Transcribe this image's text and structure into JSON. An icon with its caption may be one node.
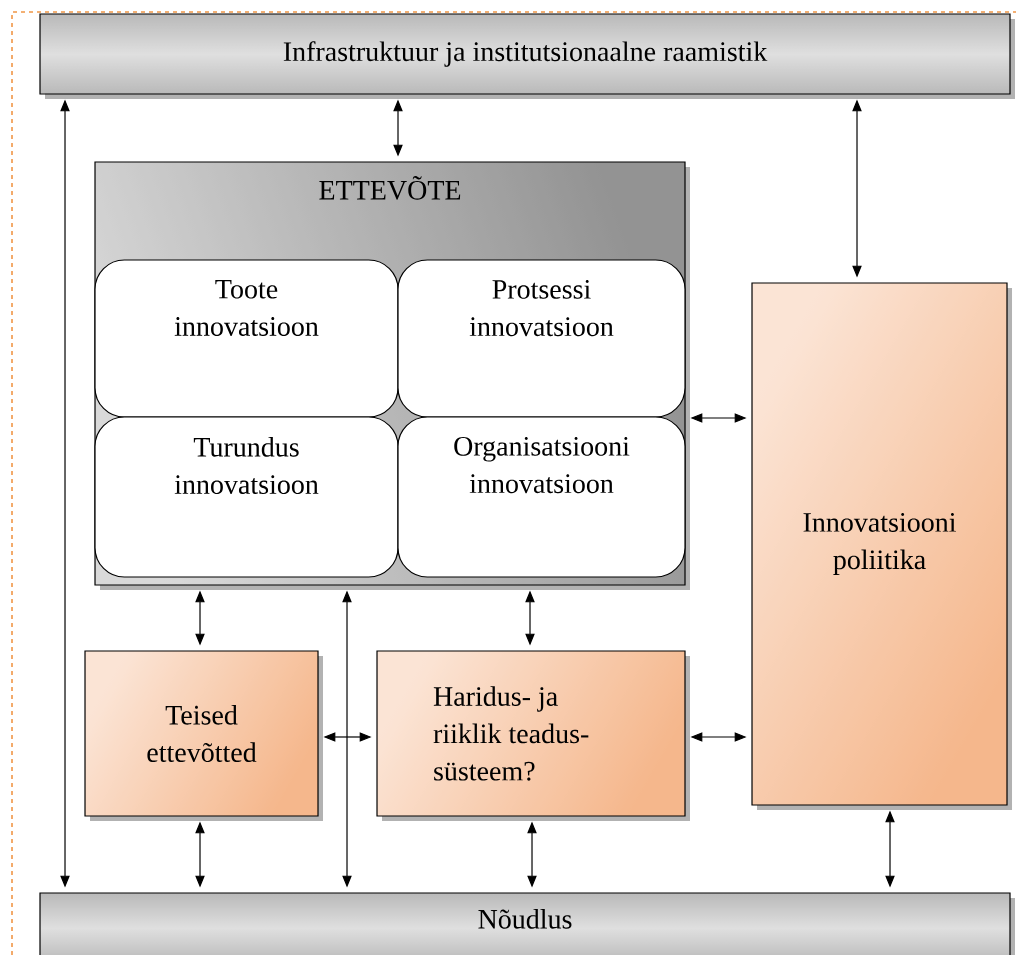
{
  "diagram": {
    "nodes": [
      {
        "text": [
          "Infrastruktuur ja institutsionaalne raamistik"
        ]
      },
      {
        "text": [
          "ETTEVÕTE"
        ]
      },
      {
        "text": [
          "Toote innovatsioon"
        ],
        "in": 1
      },
      {
        "text": [
          "Protsessi innovatsioon"
        ],
        "in": 1
      },
      {
        "text": [
          "Turundus innovatsioon"
        ],
        "in": 1
      },
      {
        "text": [
          "Organisatsiooni innovatsioon"
        ],
        "in": 1
      },
      {
        "text": [
          "Innovatsiooni poliitika"
        ]
      },
      {
        "text": [
          "Teised ettevõtted"
        ]
      },
      {
        "text": [
          "Haridus- ja riiklik teadus- süsteem?"
        ]
      },
      {
        "text": [
          "Nõudlus"
        ]
      }
    ],
    "edges": [
      {
        "from": 0,
        "to": 9,
        "arrow": "both"
      },
      {
        "from": 0,
        "to": 1,
        "arrow": "both"
      },
      {
        "from": 0,
        "to": 6,
        "arrow": "both"
      },
      {
        "from": 1,
        "to": 6,
        "arrow": "both"
      },
      {
        "from": 1,
        "to": 7,
        "arrow": "both"
      },
      {
        "from": 1,
        "to": 9,
        "arrow": "both"
      },
      {
        "from": 1,
        "to": 8,
        "arrow": "both"
      },
      {
        "from": 7,
        "to": 8,
        "arrow": "both"
      },
      {
        "from": 8,
        "to": 6,
        "arrow": "both"
      },
      {
        "from": 7,
        "to": 9,
        "arrow": "both"
      },
      {
        "from": 8,
        "to": 9,
        "arrow": "both"
      },
      {
        "from": 6,
        "to": 9,
        "arrow": "both"
      }
    ]
  }
}
